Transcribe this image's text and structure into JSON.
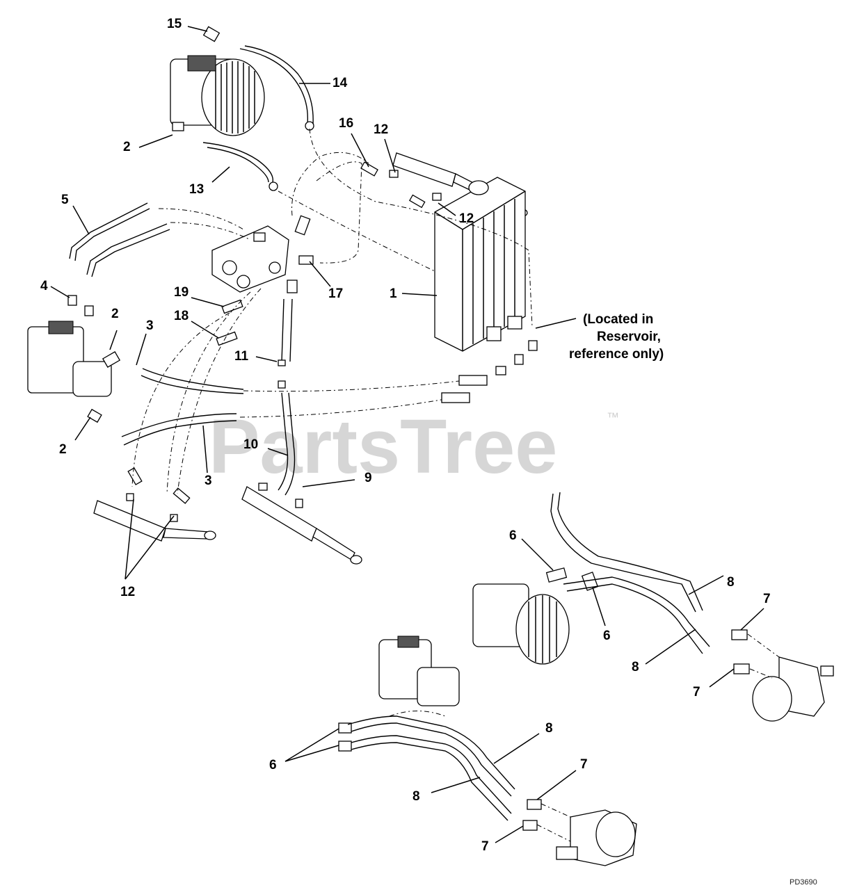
{
  "watermark": {
    "brand": "PartsTree",
    "trademark": "™"
  },
  "note": {
    "line1": "(Located in",
    "line2": "Reservoir,",
    "line3": "reference only)"
  },
  "drawing_code": "PD3690",
  "callouts": {
    "c15": "15",
    "c14": "14",
    "c2a": "2",
    "c13": "13",
    "c16": "16",
    "c12a": "12",
    "c12b": "12",
    "c5": "5",
    "c4": "4",
    "c2b": "2",
    "c3a": "3",
    "c19": "19",
    "c18": "18",
    "c17": "17",
    "c1": "1",
    "c11": "11",
    "c2c": "2",
    "c3b": "3",
    "c10": "10",
    "c9": "9",
    "c12c": "12",
    "c6a": "6",
    "c8a": "8",
    "c6b": "6",
    "c7a": "7",
    "c8b": "8",
    "c7b": "7",
    "c8c": "8",
    "c6c": "6",
    "c7c": "7",
    "c8d": "8",
    "c7d": "7"
  }
}
